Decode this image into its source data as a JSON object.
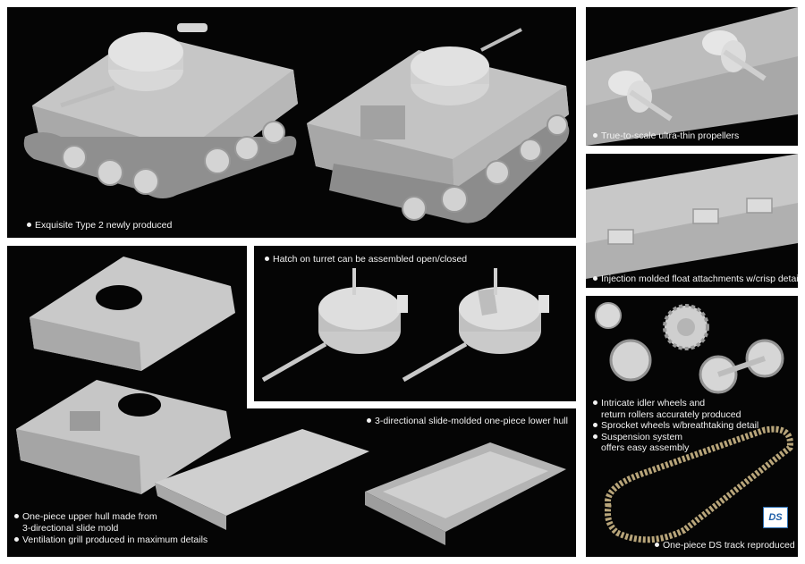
{
  "colors": {
    "panel_bg": "#050505",
    "page_bg": "#ffffff",
    "model_gray": "#c9c9c9",
    "caption_text": "#f2f2f2",
    "track_color": "#b8a57a",
    "ds_logo_blue": "#1f5fa8"
  },
  "panels": {
    "top_left": {
      "caption": "Exquisite Type 2 newly produced"
    },
    "propellers": {
      "caption": "True-to-scale ultra-thin propellers"
    },
    "float": {
      "caption": "Injection molded float attachments w/crisp details"
    },
    "turret": {
      "caption": "Hatch on turret can be assembled open/closed"
    },
    "lower_hull": {
      "caption": "3-directional slide-molded one-piece lower hull"
    },
    "upper_hull": {
      "caption_line1": "One-piece upper hull made from",
      "caption_line2": "3-directional slide mold",
      "caption_line3": "Ventilation grill produced in maximum details"
    },
    "wheels": {
      "caption_line1": "Intricate idler wheels and",
      "caption_line2": "return rollers accurately produced",
      "caption_line3": "Sprocket wheels w/breathtaking detail",
      "caption_line4": "Suspension system",
      "caption_line5": "offers easy assembly",
      "track_caption": "One-piece DS track reproduced",
      "logo_text": "DS"
    }
  }
}
